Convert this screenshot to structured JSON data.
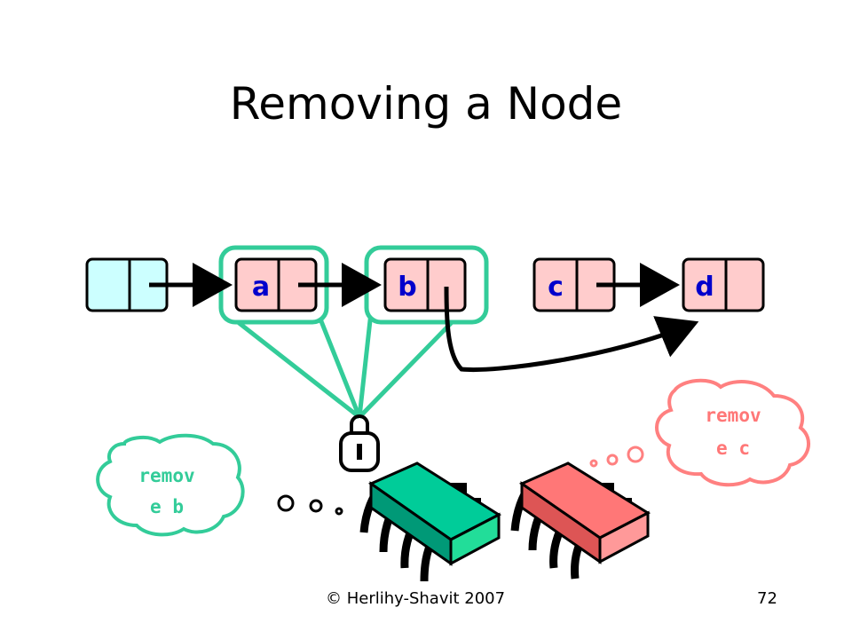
{
  "slide": {
    "title": "Removing a Node",
    "copyright": "© Herlihy-Shavit 2007",
    "page_number": "72"
  },
  "nodes": [
    {
      "label": "",
      "role": "head-sentinel",
      "color": "#ccffff"
    },
    {
      "label": "a",
      "role": "node",
      "color": "#ffcccc",
      "locked": true
    },
    {
      "label": "b",
      "role": "node",
      "color": "#ffcccc",
      "locked": true
    },
    {
      "label": "c",
      "role": "node",
      "color": "#ffcccc"
    },
    {
      "label": "d",
      "role": "node",
      "color": "#ffcccc"
    }
  ],
  "threads": {
    "left": {
      "thought_line1": "remov",
      "thought_line2": "e b",
      "color": "#00cc99",
      "text_color": "#33cc99"
    },
    "right": {
      "thought_line1": "remov",
      "thought_line2": "e c",
      "color": "#ff8080",
      "text_color": "#ff7777"
    }
  },
  "colors": {
    "node_label": "#0000cc",
    "lock_outline": "#33cc99",
    "pointer": "#000000"
  }
}
